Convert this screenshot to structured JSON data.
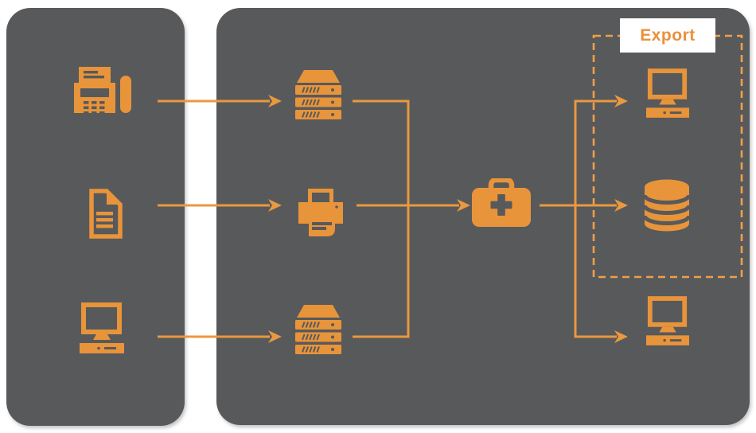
{
  "export_group": {
    "label": "Export",
    "members": [
      "export-desktop-computer",
      "database"
    ]
  },
  "colors": {
    "accent_orange": "#E8953C",
    "connector_orange": "#E9993F",
    "panel_gray": "#58595B",
    "background": "#FFFFFF",
    "export_label_text": "#E8913B",
    "export_label_background": "#FFFFFF"
  },
  "nodes": {
    "sources": [
      {
        "id": "fax",
        "icon": "fax-icon"
      },
      {
        "id": "document",
        "icon": "document-icon"
      },
      {
        "id": "source-desktop-computer",
        "icon": "desktop-computer-icon"
      }
    ],
    "processors": [
      {
        "id": "server-top",
        "icon": "server-icon"
      },
      {
        "id": "printer",
        "icon": "printer-icon"
      },
      {
        "id": "server-bottom",
        "icon": "server-icon"
      }
    ],
    "aggregator": {
      "id": "first-aid-briefcase",
      "icon": "first-aid-briefcase-icon"
    },
    "outputs": [
      {
        "id": "export-desktop-computer",
        "icon": "desktop-computer-icon",
        "in_export_group": true
      },
      {
        "id": "database",
        "icon": "database-icon",
        "in_export_group": true
      },
      {
        "id": "output-desktop-computer",
        "icon": "desktop-computer-icon",
        "in_export_group": false
      }
    ]
  },
  "edges": [
    {
      "from": "fax",
      "to": "server-top"
    },
    {
      "from": "document",
      "to": "printer"
    },
    {
      "from": "source-desktop-computer",
      "to": "server-bottom"
    },
    {
      "from": "server-top",
      "to": "first-aid-briefcase"
    },
    {
      "from": "printer",
      "to": "first-aid-briefcase"
    },
    {
      "from": "server-bottom",
      "to": "first-aid-briefcase"
    },
    {
      "from": "first-aid-briefcase",
      "to": "export-desktop-computer"
    },
    {
      "from": "first-aid-briefcase",
      "to": "database"
    },
    {
      "from": "first-aid-briefcase",
      "to": "output-desktop-computer"
    }
  ]
}
